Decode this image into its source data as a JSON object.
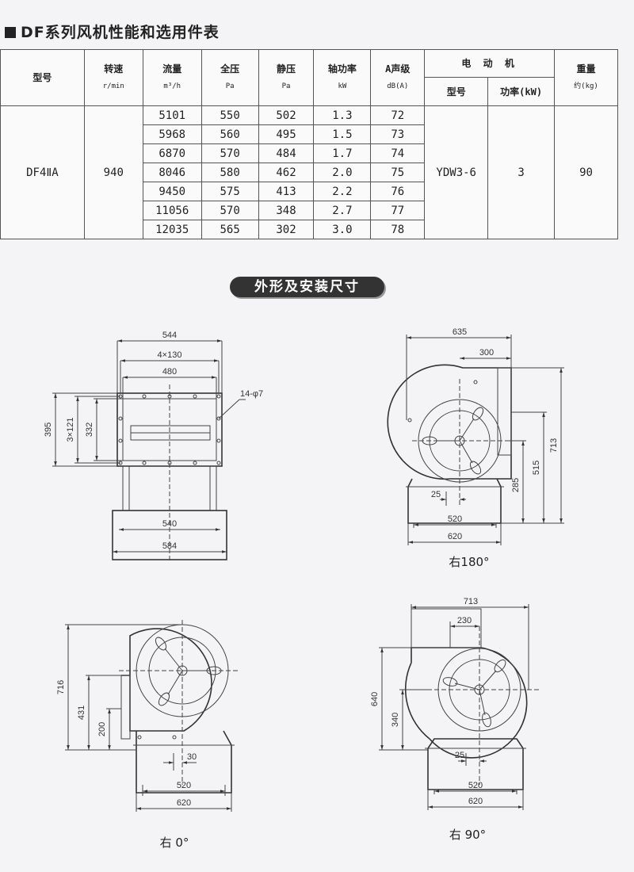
{
  "title": "DF系列风机性能和选用件表",
  "table": {
    "headers": {
      "model": "型号",
      "speed": "转速",
      "speed_unit": "r/min",
      "flow": "流量",
      "flow_unit": "m³/h",
      "total_pressure": "全压",
      "total_pressure_unit": "Pa",
      "static_pressure": "静压",
      "static_pressure_unit": "Pa",
      "shaft_power": "轴功率",
      "shaft_power_unit": "kW",
      "noise": "A声级",
      "noise_unit": "dB(A)",
      "motor": "电 动 机",
      "motor_model": "型号",
      "motor_power": "功率(kW)",
      "weight": "重量",
      "weight_unit": "约(kg)"
    },
    "model": "DF4ⅡA",
    "speed": "940",
    "motor_model": "YDW3-6",
    "motor_power": "3",
    "weight": "90",
    "rows": [
      {
        "flow": "5101",
        "total": "550",
        "static": "502",
        "power": "1.3",
        "noise": "72"
      },
      {
        "flow": "5968",
        "total": "560",
        "static": "495",
        "power": "1.5",
        "noise": "73"
      },
      {
        "flow": "6870",
        "total": "570",
        "static": "484",
        "power": "1.7",
        "noise": "74"
      },
      {
        "flow": "8046",
        "total": "580",
        "static": "462",
        "power": "2.0",
        "noise": "75"
      },
      {
        "flow": "9450",
        "total": "575",
        "static": "413",
        "power": "2.2",
        "noise": "76"
      },
      {
        "flow": "11056",
        "total": "570",
        "static": "348",
        "power": "2.7",
        "noise": "77"
      },
      {
        "flow": "12035",
        "total": "565",
        "static": "302",
        "power": "3.0",
        "noise": "78"
      }
    ]
  },
  "section_title": "外形及安装尺寸",
  "drawings": {
    "front": {
      "d544": "544",
      "d4x130": "4×130",
      "d480": "480",
      "d14phi7": "14-φ7",
      "d395": "395",
      "d3x121": "3×121",
      "d332": "332",
      "d540": "540",
      "d584": "584"
    },
    "r180": {
      "caption": "右180°",
      "d635": "635",
      "d300": "300",
      "d713": "713",
      "d515": "515",
      "d285": "285",
      "d25": "25",
      "d520": "520",
      "d620": "620"
    },
    "r0": {
      "caption": "右 0°",
      "d716": "716",
      "d431": "431",
      "d200": "200",
      "d30": "30",
      "d520": "520",
      "d620": "620"
    },
    "r90": {
      "caption": "右 90°",
      "d713": "713",
      "d230": "230",
      "d640": "640",
      "d340": "340",
      "d25": "25",
      "d520": "520",
      "d620": "620"
    }
  }
}
